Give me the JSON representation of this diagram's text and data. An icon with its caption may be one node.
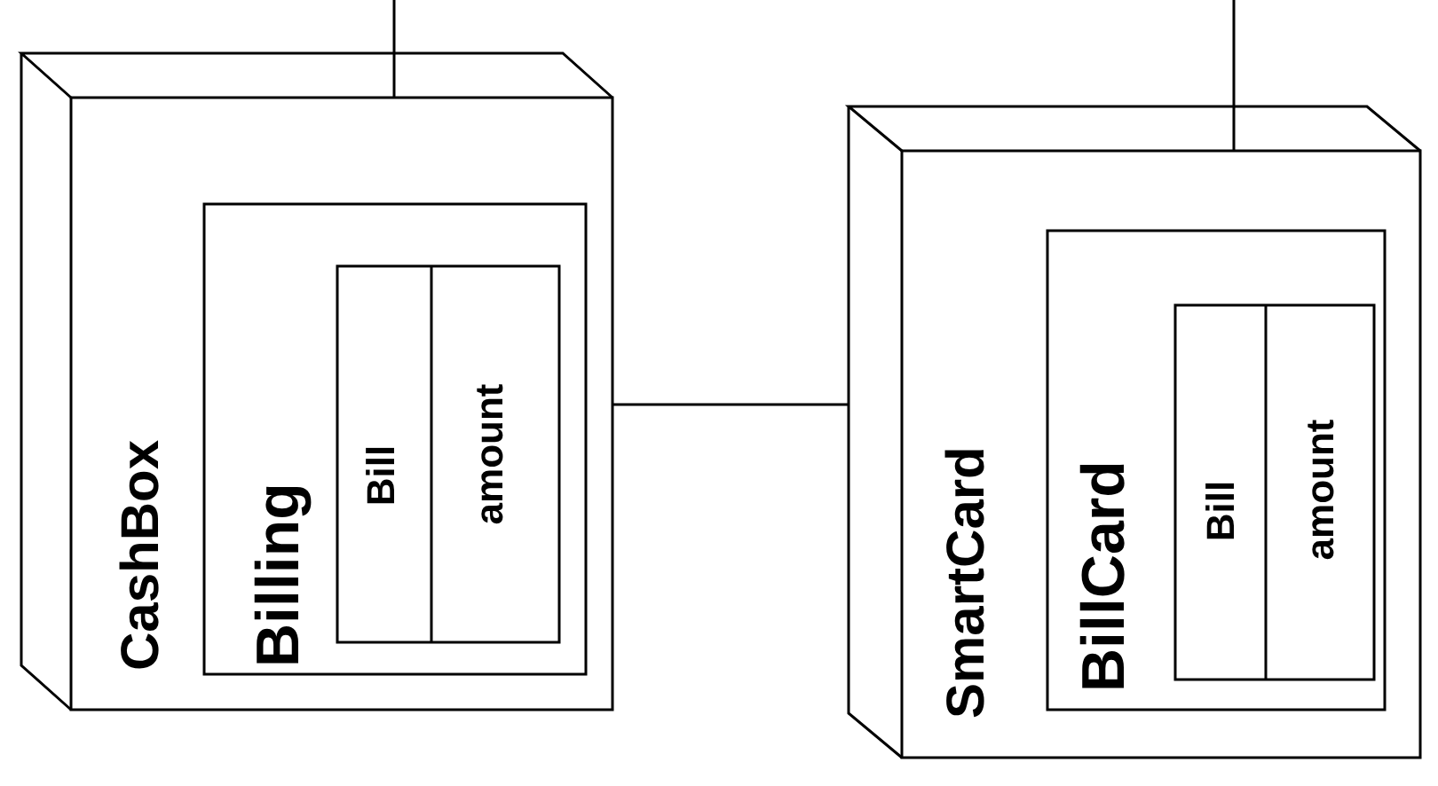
{
  "diagram": {
    "nodes": [
      {
        "text": [
          "CashBox"
        ]
      },
      {
        "text": [
          "Billing"
        ],
        "in": 0
      },
      {
        "text": [
          "Bill",
          "amount"
        ],
        "in": 1
      },
      {
        "text": [
          "SmartCard"
        ]
      },
      {
        "text": [
          "BillCard"
        ],
        "in": 3
      },
      {
        "text": [
          "Bill",
          "amount"
        ],
        "in": 4
      }
    ],
    "edges": [
      {
        "from": 0,
        "to": 3,
        "arrow": "none"
      },
      {
        "from": null,
        "to": 1,
        "arrow": "none"
      },
      {
        "from": null,
        "to": 4,
        "arrow": "none"
      }
    ]
  }
}
